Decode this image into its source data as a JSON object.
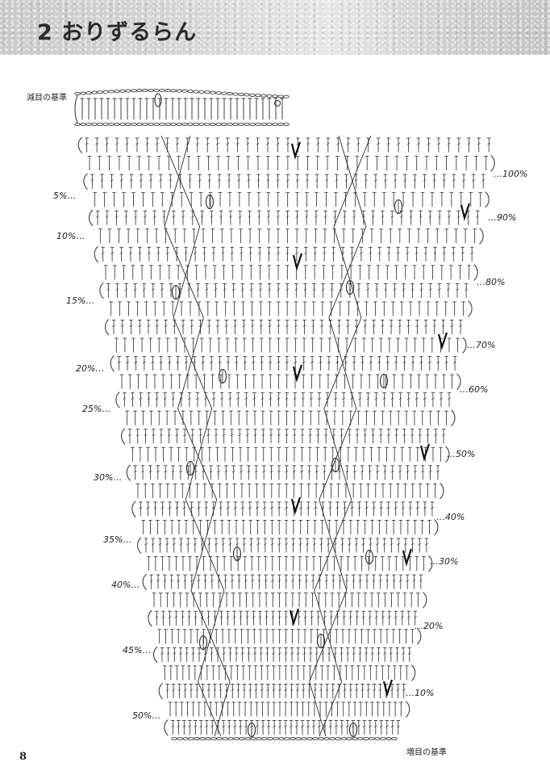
{
  "header": {
    "title": "2 おりずるらん"
  },
  "labels": {
    "decrease_base": "減目の基準",
    "increase_base": "増目の基準"
  },
  "left_percent_labels": [
    "5%…",
    "10%…",
    "15%…",
    "20%…",
    "25%…",
    "30%…",
    "35%…",
    "40%…",
    "45%…",
    "50%…"
  ],
  "right_percent_labels": [
    "…100%",
    "…90%",
    "…80%",
    "…70%",
    "…60%",
    "…50%",
    "…40%",
    "…30%",
    "…20%",
    "…10%"
  ],
  "page_number": "8"
}
